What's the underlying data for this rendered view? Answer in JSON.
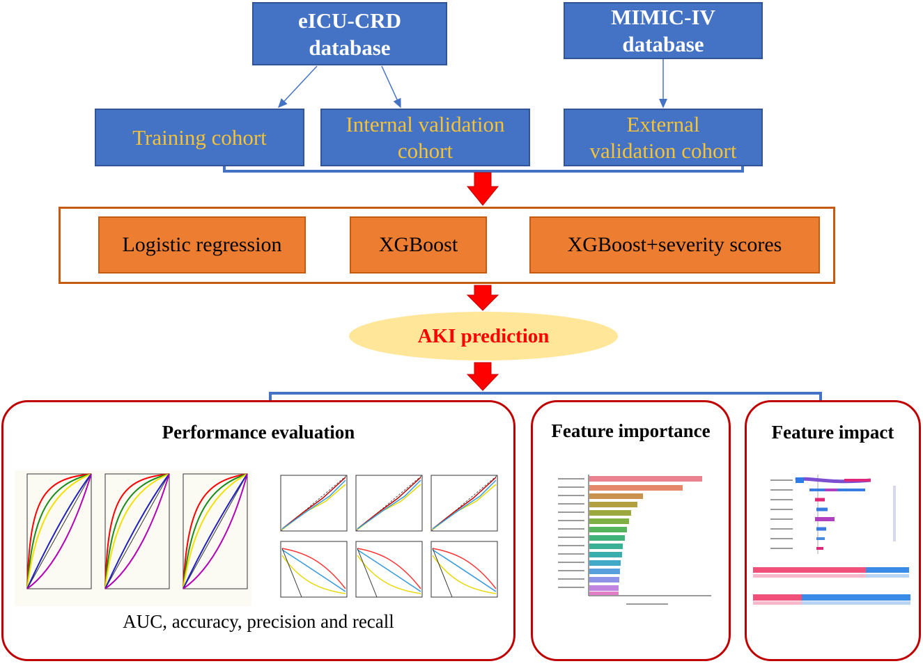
{
  "databases": {
    "eicu": "eICU-CRD\ndatabase",
    "mimic": "MIMIC-IV\ndatabase"
  },
  "cohorts": {
    "training": "Training  cohort",
    "internal": "Internal validation\ncohort",
    "external": "External\nvalidation cohort"
  },
  "models": {
    "logistic": "Logistic regression",
    "xgboost": "XGBoost",
    "xgboost_severity": "XGBoost+severity scores"
  },
  "prediction": {
    "label": "AKI prediction"
  },
  "panels": {
    "performance": {
      "title": "Performance  evaluation",
      "metrics": "AUC, accuracy,  precision and recall"
    },
    "importance": {
      "title": "Feature importance"
    },
    "impact": {
      "title": "Feature impact"
    }
  },
  "colors": {
    "db_box": "#4472C4",
    "cohort_text": "#F4C338",
    "model_box": "#ED7D31",
    "model_frame": "#C55A11",
    "arrow": "#FF0000",
    "ellipse": "#FFE699",
    "prediction_text": "#FF0000",
    "panel_border": "#C00000"
  }
}
